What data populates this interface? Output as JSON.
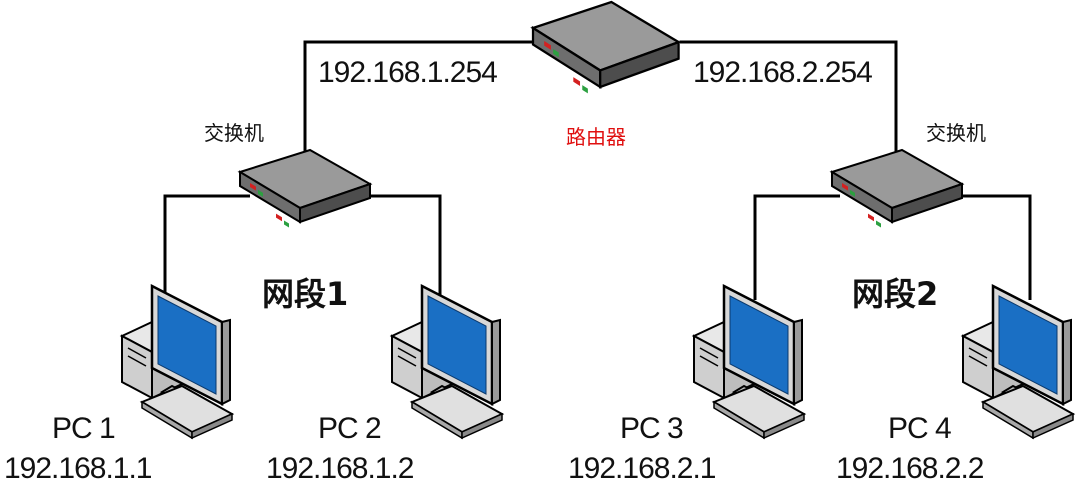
{
  "router": {
    "label": "路由器",
    "label_color": "#e01010",
    "left_ip": "192.168.1.254",
    "right_ip": "192.168.2.254"
  },
  "switch_left": {
    "label": "交换机"
  },
  "switch_right": {
    "label": "交换机"
  },
  "segments": [
    {
      "label": "网段1"
    },
    {
      "label": "网段2"
    }
  ],
  "pcs": [
    {
      "name": "PC 1",
      "ip": "192.168.1.1"
    },
    {
      "name": "PC 2",
      "ip": "192.168.1.2"
    },
    {
      "name": "PC 3",
      "ip": "192.168.2.1"
    },
    {
      "name": "PC 4",
      "ip": "192.168.2.2"
    }
  ],
  "colors": {
    "device_gray": "#8a8a8a",
    "device_dark": "#4a4a4a",
    "screen_blue": "#1a6fc4",
    "port_red": "#d42020",
    "port_green": "#2ca040"
  }
}
